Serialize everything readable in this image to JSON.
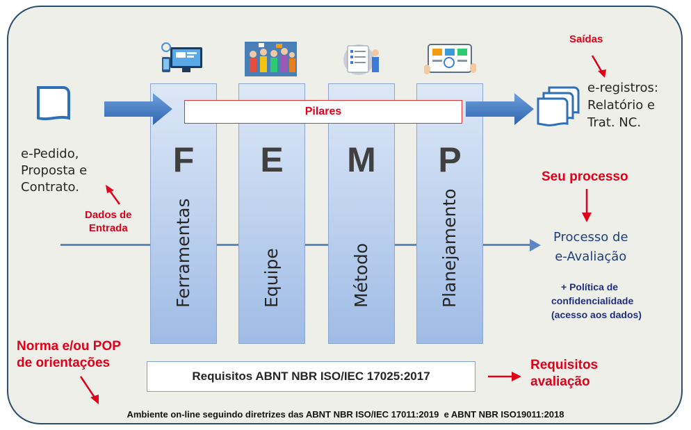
{
  "inputs": {
    "lines": [
      "e-Pedido,",
      "Proposta e",
      "Contrato."
    ],
    "data_label": [
      "Dados de",
      "Entrada"
    ]
  },
  "outputs": {
    "title": "Saídas",
    "lines": [
      "e-registros:",
      "Relatório e",
      "Trat. NC."
    ]
  },
  "pilares_label": "Pilares",
  "pillars": [
    {
      "letter": "F",
      "name": "Ferramentas",
      "icon": "computer-tools-icon"
    },
    {
      "letter": "E",
      "name": "Equipe",
      "icon": "team-people-icon"
    },
    {
      "letter": "M",
      "name": "Método",
      "icon": "checklist-method-icon"
    },
    {
      "letter": "P",
      "name": "Planejamento",
      "icon": "planning-board-icon"
    }
  ],
  "process": {
    "callout": "Seu processo",
    "name_lines": [
      "Processo de",
      "e-Avaliação"
    ],
    "policy_lines": [
      "+ Política de",
      "confidencialidade",
      "(acesso aos dados)"
    ]
  },
  "norma": {
    "lines": [
      "Norma e/ou POP",
      "de orientações"
    ]
  },
  "requirements": {
    "box": "Requisitos ABNT NBR ISO/IEC 17025:2017",
    "label_lines": [
      "Requisitos",
      "avaliação"
    ]
  },
  "footer": "Ambiente on-line seguindo diretrizes das ABNT NBR ISO/IEC 17011:2019  e ABNT NBR ISO19011:2018",
  "colors": {
    "frame_border": "#2b4d6b",
    "frame_fill": "#efefe9",
    "accent_red": "#e0001a",
    "pillar_blue": "#bcd0ee",
    "arrow_blue": "#5b87c5",
    "navy_text": "#1f2f80"
  }
}
